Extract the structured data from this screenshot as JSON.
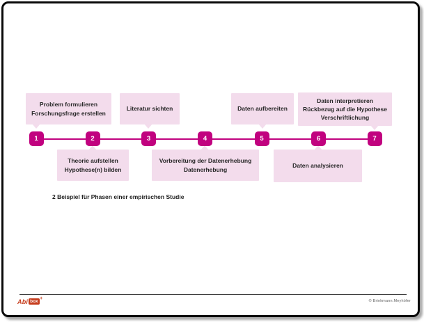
{
  "slide": {
    "caption": "2 Beispiel für Phasen einer empirischen Studie",
    "colors": {
      "accent_magenta": "#c1027f",
      "box_pink": "#f3dcec",
      "logo_red": "#c63c1c",
      "page_border": "#0a0a0a"
    },
    "timeline": {
      "numbers": [
        "1",
        "2",
        "3",
        "4",
        "5",
        "6",
        "7"
      ],
      "top_phases": [
        {
          "points_to": "1",
          "lines": [
            "Problem formulieren",
            "Forschungsfrage erstellen"
          ]
        },
        {
          "points_to": "3",
          "lines": [
            "Literatur sichten"
          ]
        },
        {
          "points_to": "5",
          "lines": [
            "Daten aufbereiten"
          ]
        },
        {
          "points_to": "7",
          "lines": [
            "Daten interpretieren",
            "Rückbezug auf die Hypothese",
            "Verschriftlichung"
          ]
        }
      ],
      "bottom_phases": [
        {
          "points_to": "2",
          "lines": [
            "Theorie aufstellen",
            "Hypothese(n) bilden"
          ]
        },
        {
          "points_to": "4",
          "lines": [
            "Vorbereitung der Datenerhebung",
            "Datenerhebung"
          ]
        },
        {
          "points_to": "6",
          "lines": [
            "Daten analysieren"
          ]
        }
      ]
    },
    "footer": {
      "logo_prefix": "Abi",
      "logo_box": "box",
      "logo_plus": "+",
      "credit": "© Brinkmann.Meyhöfer"
    }
  }
}
